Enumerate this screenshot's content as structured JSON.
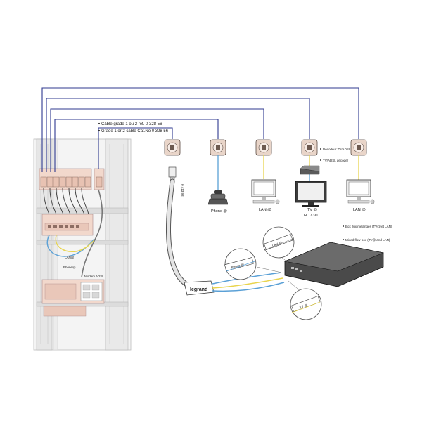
{
  "cable_note": {
    "line_fr": "Câble grade 1 ou 2 réf. 0 328 56",
    "line_en": "Grade 1 or 2 cable Cat.No 0 328 56"
  },
  "devices": {
    "phone": "Phone @",
    "lan1": "LAN @",
    "tv_line1": "TV @",
    "tv_line2": "HD / 3D",
    "lan2": "LAN @"
  },
  "decoder_note": {
    "fr": "Décodeur TV/ADSL",
    "en": "TV/ADSL decoder"
  },
  "box_note": {
    "fr": "Box flux mélangés (TV@ et LAN)",
    "en": "Mixed-flow box (TV@ and LAN)"
  },
  "cabinet_labels": {
    "lan": "LAN@",
    "phone": "Phone@",
    "modem": "Modem ADSL"
  },
  "tags": {
    "lan": "LAN @",
    "phone": "Phone @",
    "tv": "TV @"
  },
  "brand": "legrand",
  "vertical_ref": "0 413 98"
}
